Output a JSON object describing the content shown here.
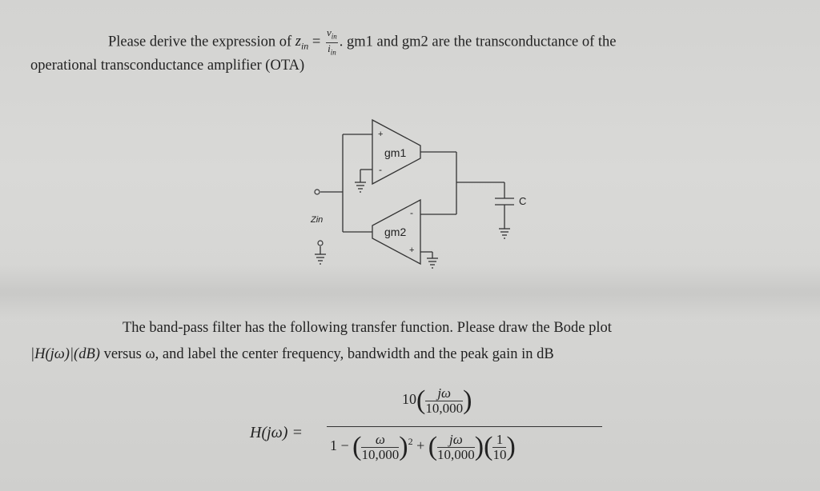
{
  "problem1": {
    "intro": "Please derive the expression of",
    "zin_sym": "z",
    "zin_sub": "in",
    "equals": "=",
    "frac_num": "v",
    "frac_num_sub": "in",
    "frac_den": "i",
    "frac_den_sub": "in",
    "tail": ". gm1 and gm2 are the transconductance of the",
    "line2": "operational transconductance amplifier (OTA)"
  },
  "circuit": {
    "gm1_label": "gm1",
    "gm2_label": "gm2",
    "plus": "+",
    "minus": "-",
    "cap_label": "C",
    "zin_label": "Zin"
  },
  "problem2": {
    "line1": "The band-pass filter has the following transfer function. Please draw the Bode plot",
    "line2_math": "|H(jω)|(dB)",
    "line2_rest": " versus ω, and label the center frequency, bandwidth and the peak gain in dB"
  },
  "formula": {
    "lhs": "H(jω) =",
    "num_coef": "10",
    "jw": "jω",
    "k": "10,000",
    "w": "ω",
    "one_minus": "1 −",
    "plus": "+",
    "one": "1",
    "ten": "10",
    "sq": "2"
  }
}
